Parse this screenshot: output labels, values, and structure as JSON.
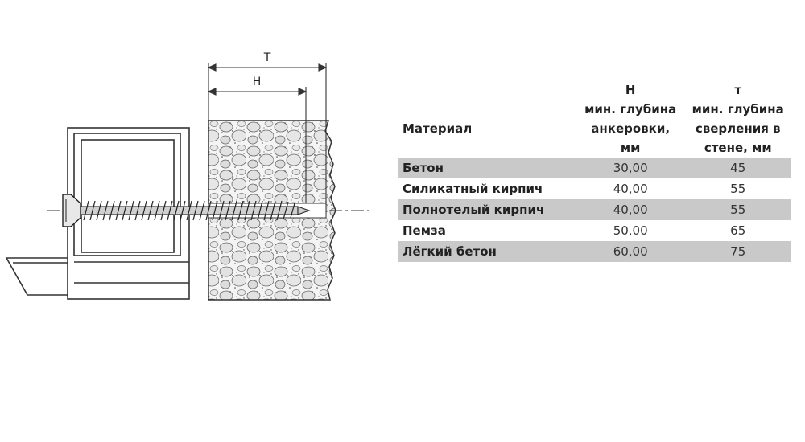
{
  "diagram": {
    "dim_t_label": "T",
    "dim_h_label": "H"
  },
  "table": {
    "headers": {
      "material": "Материал",
      "h": "H\nмин. глубина\nанкеровки,\nмм",
      "t": "т\nмин. глубина\nсверления в\nстене, мм"
    },
    "rows": [
      {
        "name": "Бетон",
        "h": "30,00",
        "t": "45",
        "shaded": true
      },
      {
        "name": "Силикатный кирпич",
        "h": "40,00",
        "t": "55",
        "shaded": false
      },
      {
        "name": "Полнотелый кирпич",
        "h": "40,00",
        "t": "55",
        "shaded": true
      },
      {
        "name": "Пемза",
        "h": "50,00",
        "t": "65",
        "shaded": false
      },
      {
        "name": "Лёгкий бетон",
        "h": "60,00",
        "t": "75",
        "shaded": true
      }
    ]
  }
}
